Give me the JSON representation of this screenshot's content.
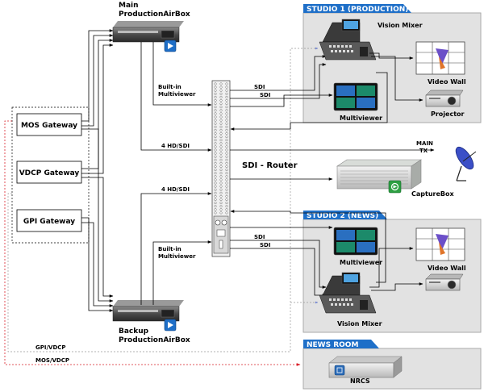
{
  "studio1": {
    "banner": "STUDIO 1 (PRODUCTION)",
    "vision_mixer": "Vision Mixer",
    "video_wall": "Video Wall",
    "multiviewer": "Multiviewer",
    "projector": "Projector"
  },
  "studio2": {
    "banner": "STUDIO 2 (NEWS)",
    "multiviewer": "Multiviewer",
    "video_wall": "Video Wall",
    "vision_mixer": "Vision Mixer"
  },
  "news_room": {
    "banner": "NEWS ROOM",
    "nrcs": "NRCS"
  },
  "main_airbox": {
    "line1": "Main",
    "line2": "ProductionAirBox"
  },
  "backup_airbox": {
    "line1": "Backup",
    "line2": "ProductionAirBox"
  },
  "gateways": {
    "mos": "MOS Gateway",
    "vdcp": "VDCP Gateway",
    "gpi": "GPI Gateway"
  },
  "router": {
    "label": "SDI - Router"
  },
  "capturebox": {
    "label": "CaptureBox"
  },
  "labels": {
    "builtin_top_1": "Built-in",
    "builtin_top_2": "Multiviewer",
    "builtin_bottom_1": "Built-in",
    "builtin_bottom_2": "Multiviewer",
    "hd_sdi_top": "4 HD/SDI",
    "hd_sdi_bottom": "4 HD/SDI",
    "sdi_1": "SDI",
    "sdi_2": "SDI",
    "sdi_3": "SDI",
    "sdi_4": "SDI",
    "main_tx_1": "MAIN",
    "main_tx_2": "TX",
    "gpi_vdcp": "GPI/VDCP",
    "mos_vdcp": "MOS/VDCP"
  },
  "colors": {
    "banner": "#1e6fc8",
    "panel": "#e2e2e2",
    "panel_border": "#a9a9a9",
    "red_link": "#d9202a",
    "airbox_icon": "#1e6fc8",
    "capture_icon": "#2ea043"
  }
}
